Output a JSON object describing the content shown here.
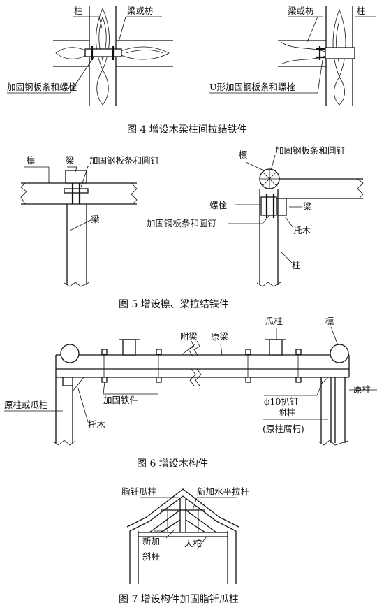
{
  "fig4": {
    "left": {
      "column": "柱",
      "beam": "梁或枋",
      "plate": "加固钢板条和螺栓"
    },
    "right": {
      "beam": "梁或枋",
      "column": "柱",
      "plate": "U形加固钢板条和螺栓"
    },
    "caption": "图 4   增设木梁柱间拉结铁件"
  },
  "fig5": {
    "left": {
      "purlin": "檩",
      "beam_top": "梁",
      "plate": "加固钢板条和圆钉",
      "beam": "梁"
    },
    "right": {
      "purlin": "檩",
      "plate_top": "加固钢板条和圆钉",
      "bolt": "螺栓",
      "beam": "梁",
      "plate_bottom": "加固钢板条和圆钉",
      "bracket": "托木",
      "column": "柱"
    },
    "caption": "图 5   增设檩、梁拉结铁件"
  },
  "fig6": {
    "added_beam": "附梁",
    "original_beam": "原梁",
    "short_post": "瓜柱",
    "purlin": "檩",
    "iron": "加固铁件",
    "staple": "ϕ10扒钉",
    "original_column": "原柱",
    "left_column": "原柱或瓜柱",
    "bracket": "托木",
    "added_column": "附柱",
    "added_column_note": "(原柱腐朽)",
    "caption": "图 6   增设木构件"
  },
  "fig7": {
    "king_post": "脂钎瓜柱",
    "tie": "新加水平拉杆",
    "brace_1": "新加",
    "brace_2": "斜杆",
    "main_beam": "大柁",
    "caption": "图 7   增设构件加固脂钎瓜柱"
  }
}
